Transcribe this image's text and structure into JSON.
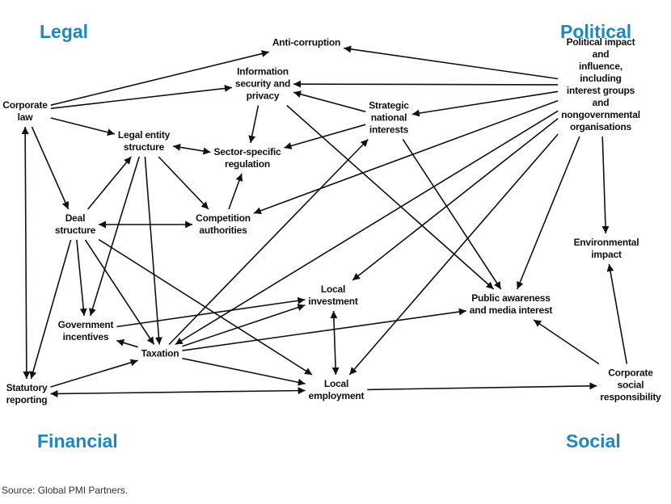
{
  "categories": {
    "legal": "Legal",
    "political": "Political",
    "financial": "Financial",
    "social": "Social"
  },
  "nodes": {
    "corporate_law": "Corporate\nlaw",
    "anti_corruption": "Anti-corruption",
    "info_security": "Information\nsecurity and\nprivacy",
    "political_impact": "Political impact and\ninfluence, including\ninterest groups and\nnongovernmental\norganisations",
    "strategic_interests": "Strategic\nnational\ninterests",
    "legal_entity": "Legal entity\nstructure",
    "sector_regulation": "Sector-specific\nregulation",
    "deal_structure": "Deal\nstructure",
    "competition": "Competition\nauthorities",
    "environmental": "Environmental\nimpact",
    "local_investment": "Local\ninvestment",
    "public_awareness": "Public awareness\nand media interest",
    "gov_incentives": "Government\nincentives",
    "taxation": "Taxation",
    "statutory": "Statutory\nreporting",
    "local_employment": "Local\nemployment",
    "csr": "Corporate social\nresponsibility"
  },
  "edges": [
    [
      "corporate_law",
      "anti_corruption",
      "end"
    ],
    [
      "corporate_law",
      "info_security",
      "end"
    ],
    [
      "corporate_law",
      "legal_entity",
      "end"
    ],
    [
      "corporate_law",
      "deal_structure",
      "end"
    ],
    [
      "corporate_law",
      "statutory",
      "both"
    ],
    [
      "political_impact",
      "anti_corruption",
      "end"
    ],
    [
      "political_impact",
      "info_security",
      "end"
    ],
    [
      "political_impact",
      "strategic_interests",
      "end"
    ],
    [
      "political_impact",
      "competition",
      "end"
    ],
    [
      "political_impact",
      "local_investment",
      "end"
    ],
    [
      "political_impact",
      "taxation",
      "end"
    ],
    [
      "political_impact",
      "public_awareness",
      "end"
    ],
    [
      "political_impact",
      "environmental",
      "end"
    ],
    [
      "political_impact",
      "local_employment",
      "end"
    ],
    [
      "info_security",
      "sector_regulation",
      "end"
    ],
    [
      "info_security",
      "public_awareness",
      "end"
    ],
    [
      "strategic_interests",
      "info_security",
      "end"
    ],
    [
      "strategic_interests",
      "sector_regulation",
      "end"
    ],
    [
      "strategic_interests",
      "public_awareness",
      "end"
    ],
    [
      "legal_entity",
      "sector_regulation",
      "both"
    ],
    [
      "legal_entity",
      "competition",
      "end"
    ],
    [
      "legal_entity",
      "gov_incentives",
      "end"
    ],
    [
      "legal_entity",
      "taxation",
      "end"
    ],
    [
      "deal_structure",
      "legal_entity",
      "end"
    ],
    [
      "deal_structure",
      "competition",
      "both"
    ],
    [
      "deal_structure",
      "gov_incentives",
      "end"
    ],
    [
      "deal_structure",
      "taxation",
      "end"
    ],
    [
      "deal_structure",
      "local_employment",
      "end"
    ],
    [
      "deal_structure",
      "statutory",
      "end"
    ],
    [
      "competition",
      "sector_regulation",
      "end"
    ],
    [
      "gov_incentives",
      "local_investment",
      "end"
    ],
    [
      "taxation",
      "gov_incentives",
      "end"
    ],
    [
      "taxation",
      "local_investment",
      "end"
    ],
    [
      "taxation",
      "public_awareness",
      "end"
    ],
    [
      "taxation",
      "local_employment",
      "end"
    ],
    [
      "taxation",
      "strategic_interests",
      "end"
    ],
    [
      "statutory",
      "taxation",
      "end"
    ],
    [
      "statutory",
      "local_employment",
      "both"
    ],
    [
      "local_investment",
      "local_employment",
      "both"
    ],
    [
      "local_employment",
      "csr",
      "end"
    ],
    [
      "csr",
      "public_awareness",
      "end"
    ],
    [
      "csr",
      "environmental",
      "end"
    ]
  ],
  "source": "Source: Global PMI Partners."
}
